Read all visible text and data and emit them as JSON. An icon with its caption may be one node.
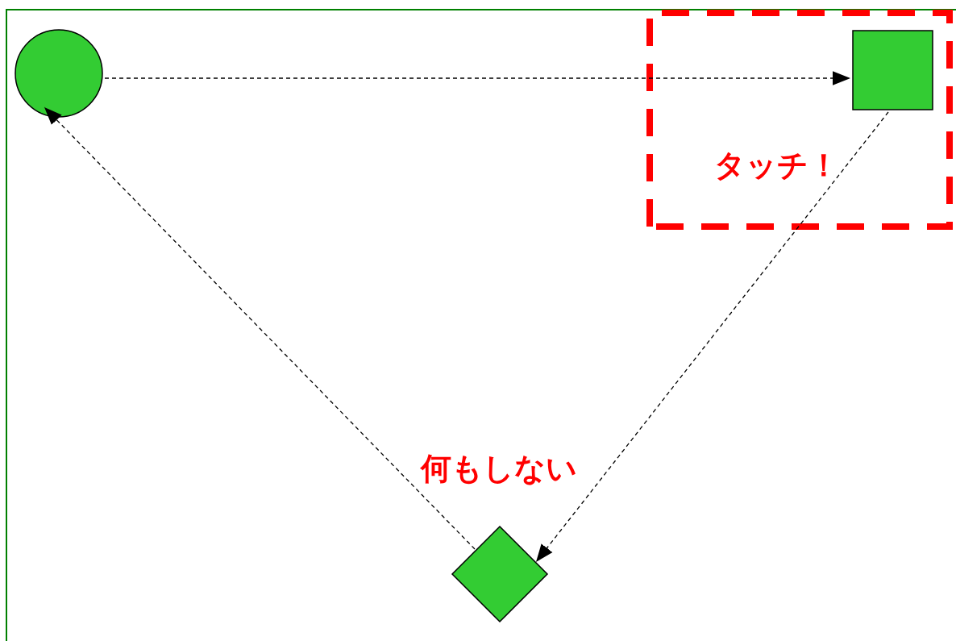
{
  "diagram": {
    "nodes": [
      {
        "text": [],
        "shape": "circle"
      },
      {
        "text": [
          "タッチ！"
        ]
      },
      {
        "text": [],
        "shape": "box",
        "in": 1
      },
      {
        "text": [],
        "shape": "diamond",
        "beside": [
          "何もしない"
        ]
      }
    ],
    "edges": [
      {
        "from": 0,
        "to": 2,
        "arrow": "to",
        "style": "dashed"
      },
      {
        "from": 2,
        "to": 3,
        "arrow": "to",
        "style": "dashed"
      },
      {
        "from": 3,
        "to": 0,
        "arrow": "to",
        "style": "dashed"
      }
    ]
  }
}
